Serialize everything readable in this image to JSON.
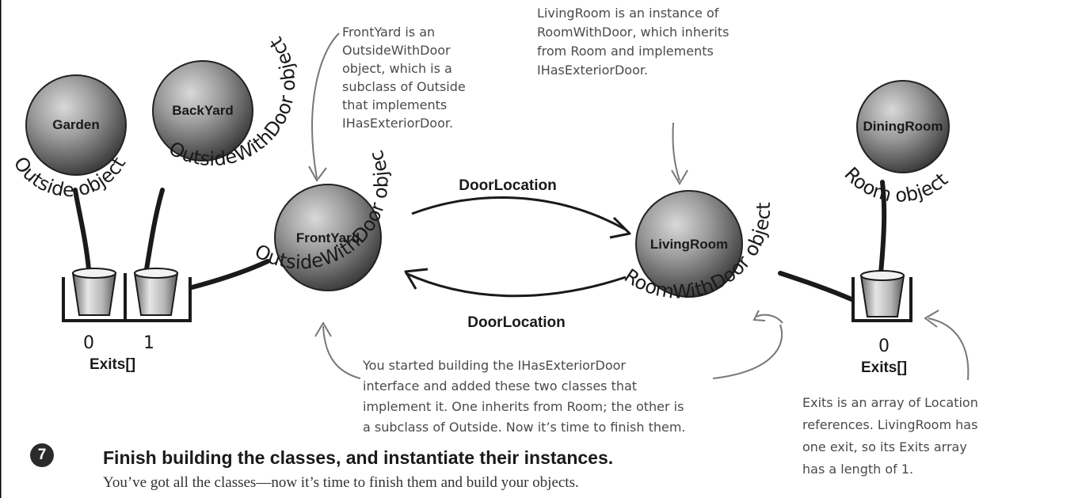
{
  "objects": {
    "garden": {
      "name": "Garden",
      "type_label": "Outside object"
    },
    "backyard": {
      "name": "BackYard",
      "type_label": "OutsideWithDoor object"
    },
    "frontyard": {
      "name": "FrontYard",
      "type_label": "OutsideWithDoor object"
    },
    "livingroom": {
      "name": "LivingRoom",
      "type_label": "RoomWithDoor object"
    },
    "diningroom": {
      "name": "DiningRoom",
      "type_label": "Room object"
    }
  },
  "arrows": {
    "top_label": "DoorLocation",
    "bottom_label": "DoorLocation"
  },
  "exits_left": {
    "label": "Exits[]",
    "indices": [
      "0",
      "1"
    ]
  },
  "exits_right": {
    "label": "Exits[]",
    "indices": [
      "0"
    ]
  },
  "annotations": {
    "frontyard_note": [
      "FrontYard is an",
      "OutsideWithDoor",
      "object, which is a",
      "subclass of Outside",
      "that implements",
      "IHasExteriorDoor."
    ],
    "livingroom_note": [
      "LivingRoom is an instance of",
      "RoomWithDoor, which inherits",
      "from Room and implements",
      "IHasExteriorDoor."
    ],
    "interface_note": [
      "You started building the IHasExteriorDoor",
      "interface and added these two classes that",
      "implement it. One inherits from Room; the other is",
      "a subclass of Outside. Now it’s time to finish them."
    ],
    "exits_note": [
      "Exits is an array of Location",
      "references. LivingRoom has",
      "one exit, so its Exits array",
      "has a length of 1."
    ]
  },
  "step": {
    "number": "7",
    "title": "Finish building the classes, and instantiate their instances.",
    "body": "You’ve got all the classes—now it’s time to finish them and build your objects."
  }
}
